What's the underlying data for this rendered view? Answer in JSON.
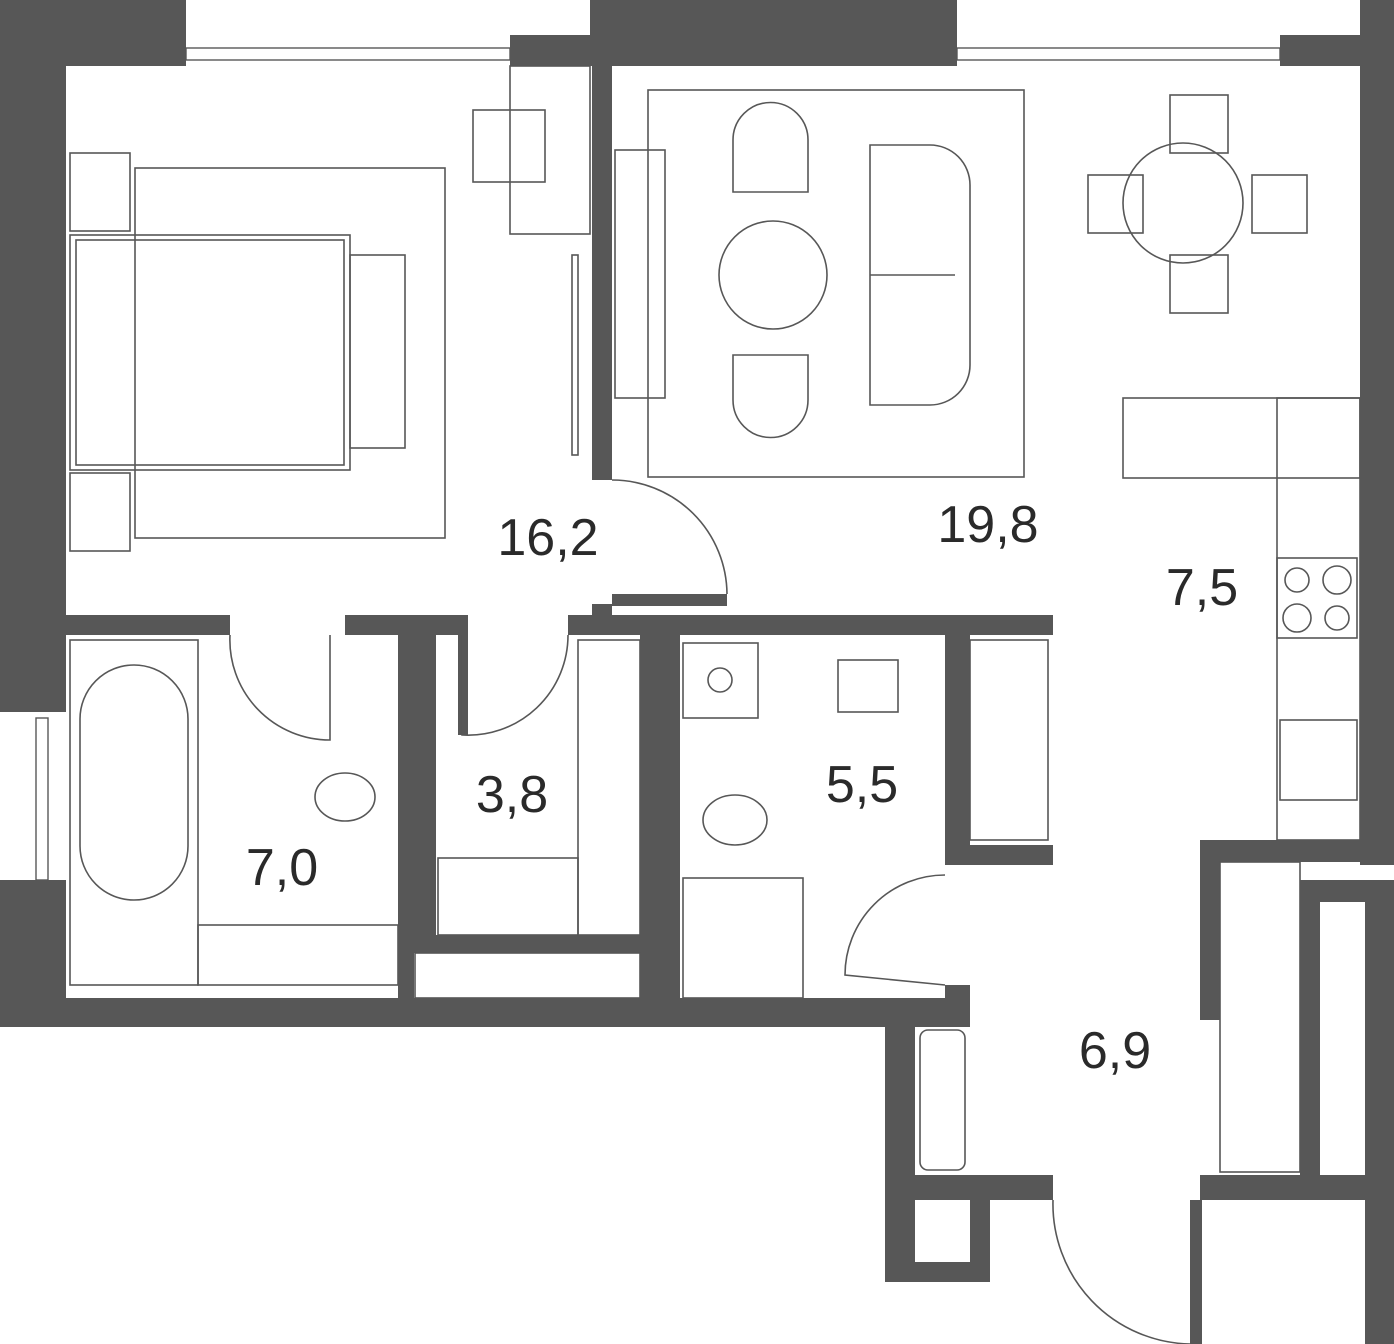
{
  "title": "Apartment floor plan",
  "colors": {
    "wall": "#575757",
    "background": "#ffffff"
  },
  "rooms": [
    {
      "id": "bedroom",
      "area": "16,2"
    },
    {
      "id": "living-room",
      "area": "19,8"
    },
    {
      "id": "kitchen",
      "area": "7,5"
    },
    {
      "id": "bathroom",
      "area": "7,0"
    },
    {
      "id": "wardrobe",
      "area": "3,8"
    },
    {
      "id": "shower-room",
      "area": "5,5"
    },
    {
      "id": "hallway",
      "area": "6,9"
    }
  ]
}
